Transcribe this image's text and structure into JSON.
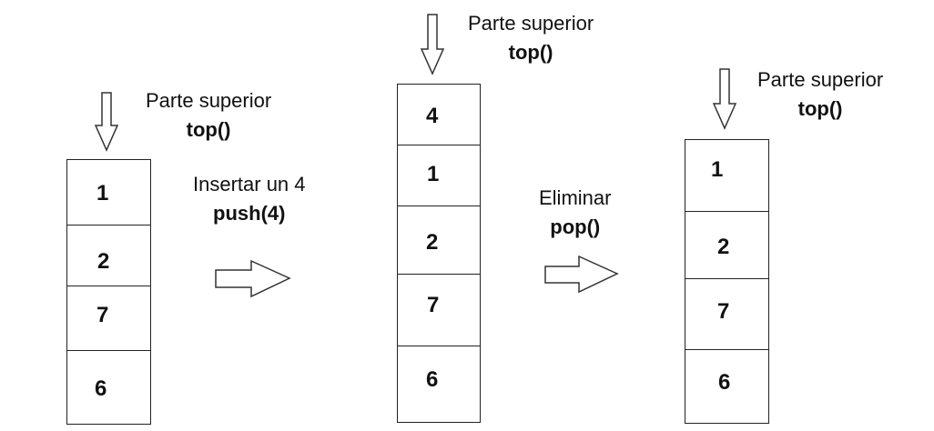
{
  "stacks": [
    {
      "label_line1": "Parte superior",
      "label_line2": "top()",
      "cells": [
        "1",
        "2",
        "7",
        "6"
      ]
    },
    {
      "label_line1": "Parte superior",
      "label_line2": "top()",
      "cells": [
        "4",
        "1",
        "2",
        "7",
        "6"
      ]
    },
    {
      "label_line1": "Parte superior",
      "label_line2": "top()",
      "cells": [
        "1",
        "2",
        "7",
        "6"
      ]
    }
  ],
  "operations": [
    {
      "label_line1": "Insertar un 4",
      "label_line2": "push(4)"
    },
    {
      "label_line1": "Eliminar",
      "label_line2": "pop()"
    }
  ]
}
